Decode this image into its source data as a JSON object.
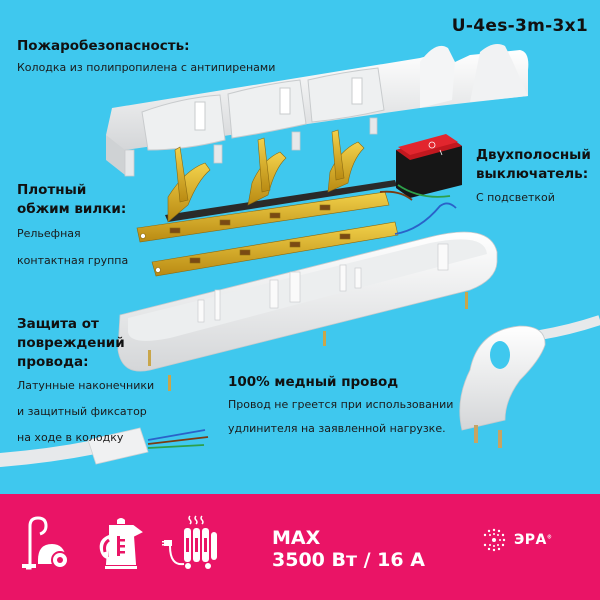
{
  "model": "U-4es-3m-3x1",
  "features": [
    {
      "title_lines": [
        "Пожаробезопасность:"
      ],
      "text_lines": [
        "Колодка из полипропилена с антипиренами"
      ]
    },
    {
      "title_lines": [
        "Плотный",
        "обжим вилки:"
      ],
      "text_lines": [
        "Рельефная",
        "контактная группа"
      ]
    },
    {
      "title_lines": [
        "Двухполосный",
        "выключатель:"
      ],
      "text_lines": [
        "С подсветкой"
      ]
    },
    {
      "title_lines": [
        "Защита от",
        "повреждений",
        "провода:"
      ],
      "text_lines": [
        "Латунные наконечники",
        "и защитный фиксатор",
        "на ходе в колодку"
      ]
    },
    {
      "title_lines": [
        "100% медный провод"
      ],
      "text_lines": [
        "Провод не греется при использовании",
        "удлинителя на заявленной нагрузке."
      ]
    }
  ],
  "footer": {
    "appliances": [
      "vacuum-cleaner-icon",
      "kettle-icon",
      "oil-radiator-icon"
    ],
    "max_label": "MAX",
    "max_value": "3500 Вт / 16 А",
    "brand": "ЭРА",
    "brand_mark": "®"
  },
  "colors": {
    "background": "#3fc8ee",
    "band": "#ea1466",
    "switch_red": "#d11f26",
    "brass": "#e0b321"
  }
}
